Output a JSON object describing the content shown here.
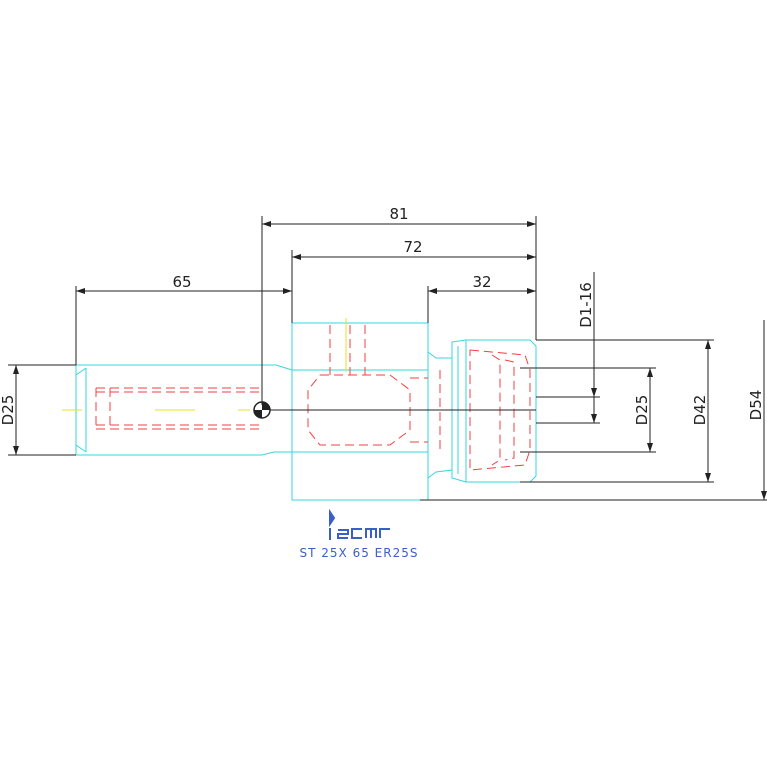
{
  "colors": {
    "background": "#ffffff",
    "body_outline": "#36d7e0",
    "hidden_lines": "#f04040",
    "centerline": "#e6e020",
    "dimension_lines": "#222222",
    "logo": "#3a5fc8",
    "caption": "#3a5fc8"
  },
  "dimensions": {
    "overall_length": "81",
    "holder_length": "72",
    "nut_length": "32",
    "shank_length": "65",
    "shank_diameter": "D25",
    "bore_diameter": "D1-16",
    "collet_diameter": "D25",
    "nut_diameter": "D42",
    "flange_diameter": "D54"
  },
  "brand": {
    "logo": "iscar",
    "designation": "ST 25X 65 ER25S"
  }
}
